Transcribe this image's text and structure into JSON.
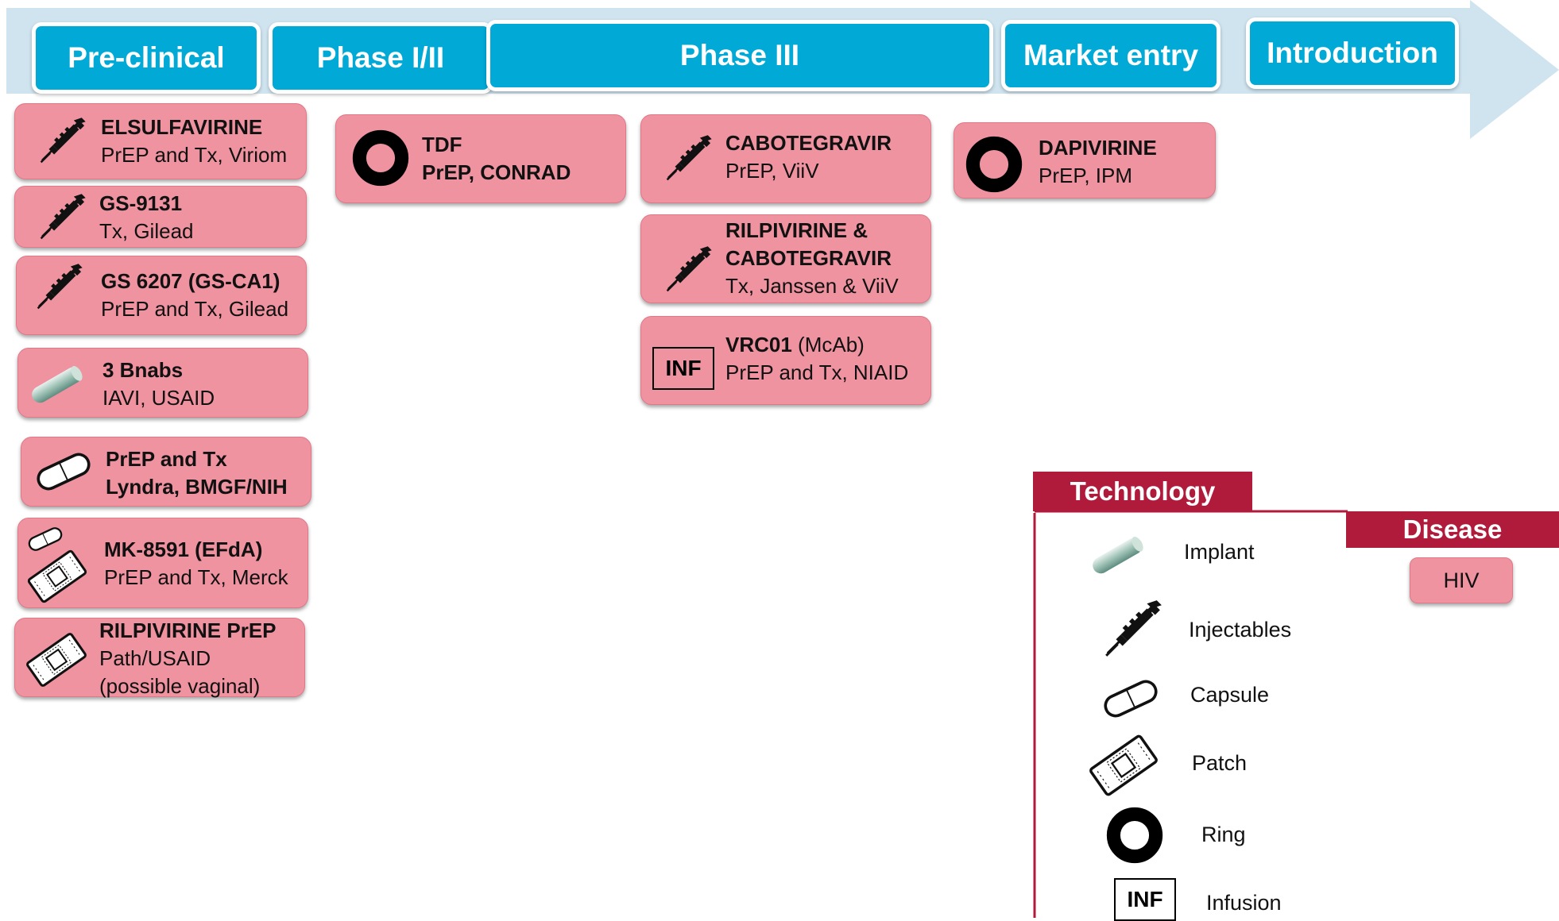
{
  "phases": [
    "Pre-clinical",
    "Phase I/II",
    "Phase III",
    "Market entry",
    "Introduction"
  ],
  "cards": [
    {
      "icon": "injectable-icon",
      "lines": [
        {
          "bold": "ELSULFAVIRINE"
        },
        {
          "text": "PrEP and Tx, Viriom"
        }
      ]
    },
    {
      "icon": "injectable-icon",
      "lines": [
        {
          "bold": "GS-9131"
        },
        {
          "text": "Tx, Gilead"
        }
      ]
    },
    {
      "icon": "injectable-icon",
      "lines": [
        {
          "bold": "GS 6207 (GS-CA1)"
        },
        {
          "text": "PrEP and Tx, Gilead"
        }
      ]
    },
    {
      "icon": "implant-icon",
      "lines": [
        {
          "bold": "3 Bnabs"
        },
        {
          "text": "IAVI, USAID"
        }
      ]
    },
    {
      "icon": "capsule-icon",
      "lines": [
        {
          "bold": "PrEP and Tx"
        },
        {
          "bold": "Lyndra, BMGF/NIH"
        }
      ]
    },
    {
      "icon": "capsule-patch-icon",
      "lines": [
        {
          "bold": "MK-8591 (EFdA)"
        },
        {
          "text": "PrEP and Tx, Merck"
        }
      ]
    },
    {
      "icon": "patch-icon",
      "lines": [
        {
          "bold": "RILPIVIRINE PrEP"
        },
        {
          "text": "Path/USAID"
        },
        {
          "text": "(possible vaginal)"
        }
      ]
    },
    {
      "icon": "ring-icon",
      "lines": [
        {
          "bold": "TDF"
        },
        {
          "bold": "PrEP, CONRAD"
        }
      ]
    },
    {
      "icon": "injectable-icon",
      "lines": [
        {
          "bold": "CABOTEGRAVIR"
        },
        {
          "text": "PrEP, ViiV"
        }
      ]
    },
    {
      "icon": "injectable-icon",
      "lines": [
        {
          "bold": "RILPIVIRINE &"
        },
        {
          "bold": "CABOTEGRAVIR"
        },
        {
          "text": "Tx, Janssen & ViiV"
        }
      ]
    },
    {
      "icon": "infusion-icon",
      "inf": "INF",
      "lines": [
        {
          "bold": "VRC01",
          "text": " (McAb)"
        },
        {
          "text": "PrEP and Tx, NIAID"
        }
      ]
    },
    {
      "icon": "ring-icon",
      "lines": [
        {
          "bold": "DAPIVIRINE"
        },
        {
          "text": "PrEP, IPM"
        }
      ]
    }
  ],
  "legend": {
    "technology_title": "Technology",
    "disease_title": "Disease",
    "disease_item": "HIV",
    "items": [
      {
        "icon": "implant-icon",
        "label": "Implant"
      },
      {
        "icon": "injectable-icon",
        "label": "Injectables"
      },
      {
        "icon": "capsule-icon",
        "label": "Capsule"
      },
      {
        "icon": "patch-icon",
        "label": "Patch"
      },
      {
        "icon": "ring-icon",
        "label": "Ring"
      },
      {
        "icon": "infusion-icon",
        "label": "Infusion",
        "inf": "INF"
      }
    ]
  },
  "colors": {
    "phase": "#00a9d6",
    "card": "#f093a0",
    "legend_head": "#b01a3b",
    "arrow": "#cfe4ef"
  }
}
